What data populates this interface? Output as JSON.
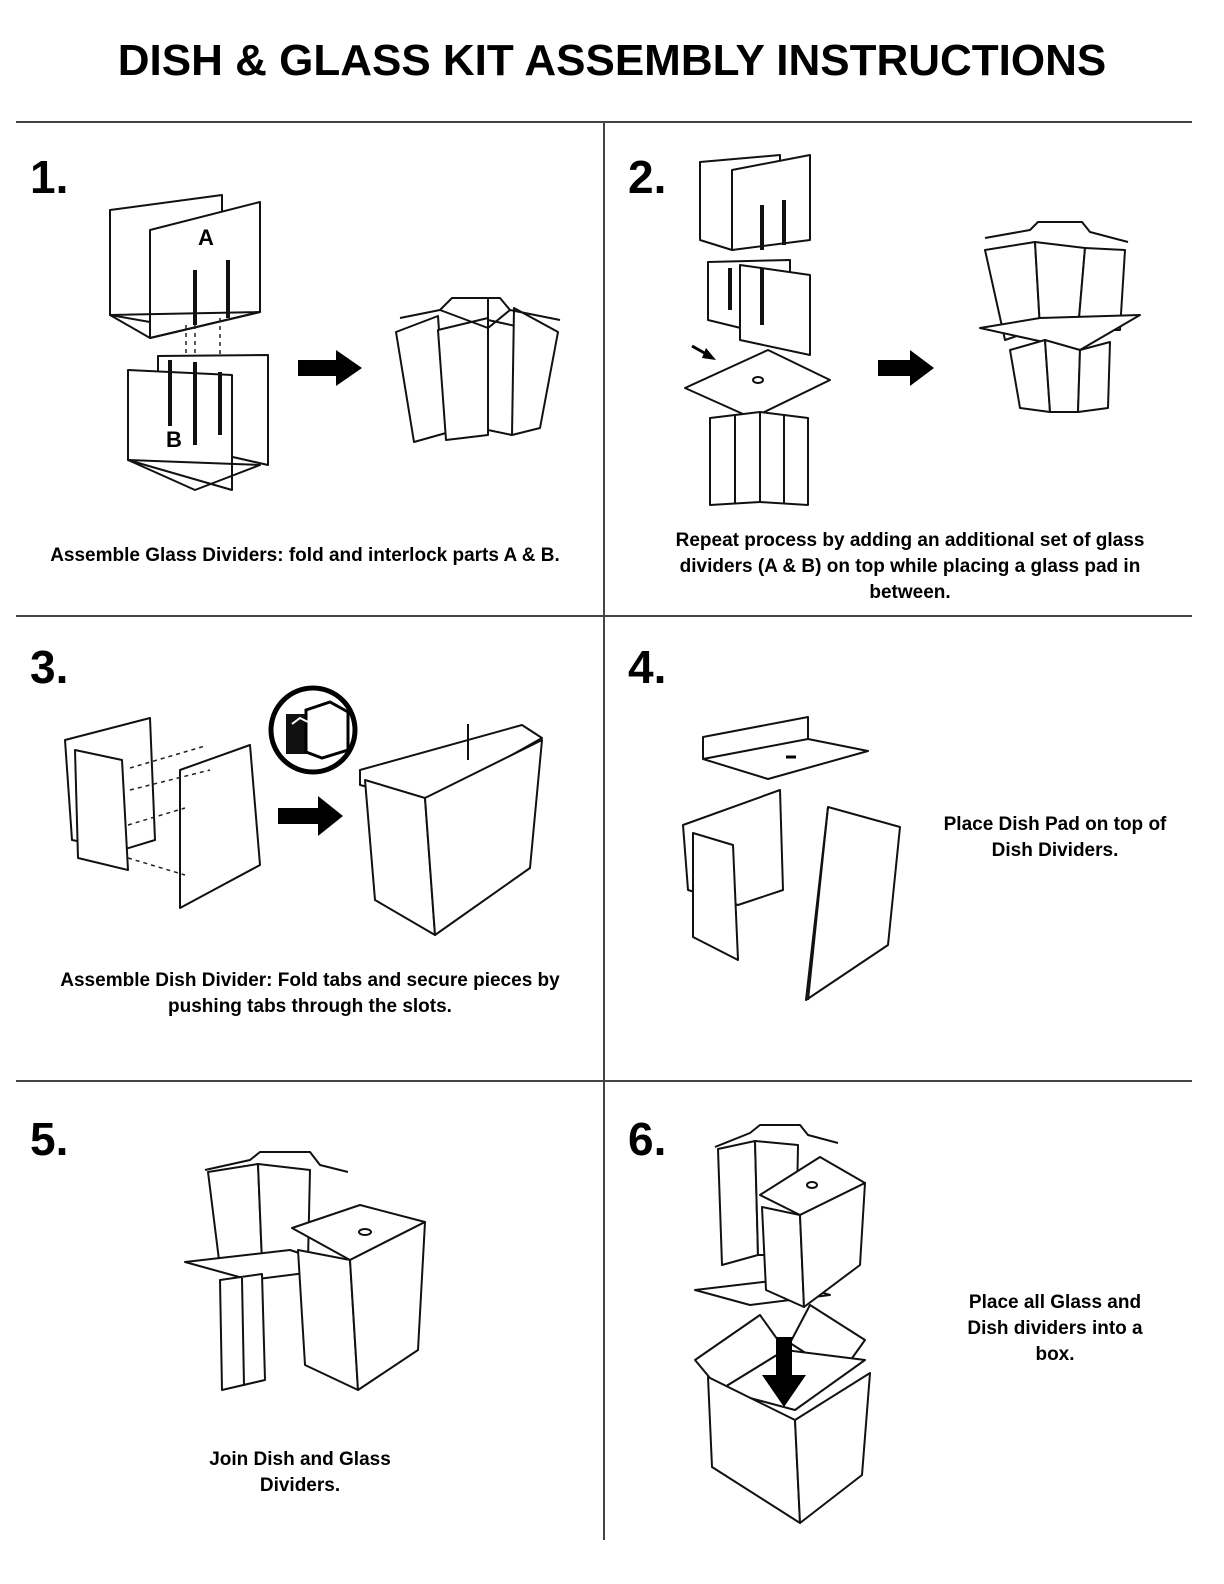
{
  "title": "DISH & GLASS KIT ASSEMBLY INSTRUCTIONS",
  "steps": [
    {
      "number": "1.",
      "caption": "Assemble Glass Dividers: fold and interlock parts A & B.",
      "part_labels": [
        "A",
        "B"
      ]
    },
    {
      "number": "2.",
      "caption": "Repeat process by adding an additional set of glass dividers (A & B) on top while placing a glass pad in between."
    },
    {
      "number": "3.",
      "caption": "Assemble Dish Divider: Fold tabs and secure pieces by pushing tabs through the slots."
    },
    {
      "number": "4.",
      "caption": "Place Dish Pad on top of Dish Dividers."
    },
    {
      "number": "5.",
      "caption": "Join Dish and Glass Dividers."
    },
    {
      "number": "6.",
      "caption": "Place all Glass and Dish dividers into a box."
    }
  ],
  "icons": [
    "arrow-right-icon",
    "arrow-down-icon",
    "tab-slot-detail-icon"
  ]
}
